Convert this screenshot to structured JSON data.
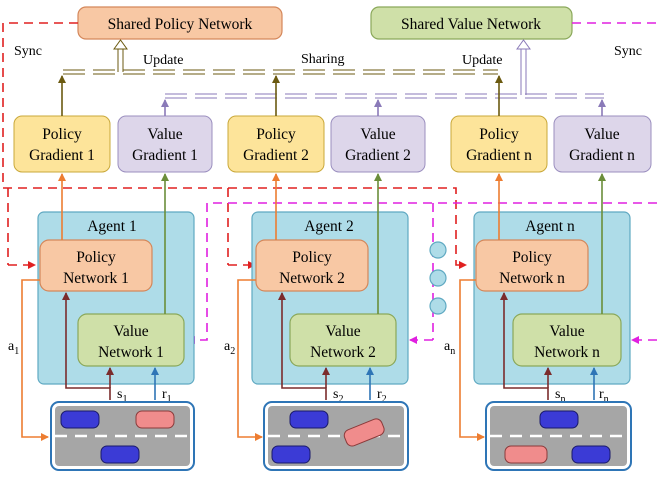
{
  "top": {
    "shared_policy": "Shared Policy Network",
    "shared_value": "Shared Value Network",
    "sync_left": "Sync",
    "sync_right": "Sync",
    "update_left": "Update",
    "update_right": "Update",
    "sharing": "Sharing"
  },
  "agents": [
    {
      "policy_grad": [
        "Policy",
        "Gradient 1"
      ],
      "value_grad": [
        "Value",
        "Gradient 1"
      ],
      "agent": "Agent 1",
      "policy_net": [
        "Policy",
        "Network 1"
      ],
      "value_net": [
        "Value",
        "Network 1"
      ],
      "a": "a",
      "a_sub": "1",
      "s": "s",
      "s_sub": "1",
      "r": "r",
      "r_sub": "1"
    },
    {
      "policy_grad": [
        "Policy",
        "Gradient 2"
      ],
      "value_grad": [
        "Value",
        "Gradient 2"
      ],
      "agent": "Agent 2",
      "policy_net": [
        "Policy",
        "Network 2"
      ],
      "value_net": [
        "Value",
        "Network 2"
      ],
      "a": "a",
      "a_sub": "2",
      "s": "s",
      "s_sub": "2",
      "r": "r",
      "r_sub": "2"
    },
    {
      "policy_grad": [
        "Policy",
        "Gradient n"
      ],
      "value_grad": [
        "Value",
        "Gradient n"
      ],
      "agent": "Agent n",
      "policy_net": [
        "Policy",
        "Network n"
      ],
      "value_net": [
        "Value",
        "Network n"
      ],
      "a": "a",
      "a_sub": "n",
      "s": "s",
      "s_sub": "n",
      "r": "r",
      "r_sub": "n"
    }
  ],
  "colors": {
    "policy_fill": "#f8c8a4",
    "policy_stroke": "#d4875a",
    "value_fill": "#cfe0a8",
    "value_stroke": "#8aa85a",
    "grad_policy_fill": "#fde49a",
    "grad_value_fill": "#ddd6ea",
    "agent_fill": "#aedce8",
    "agent_stroke": "#5fa9c2",
    "env_stroke": "#2e75b6",
    "road": "#a6a6a6",
    "sync_red": "#e02020",
    "sync_magenta": "#e020e0",
    "action_orange": "#ed7d31",
    "state_brown": "#7b2c2c",
    "reward_blue": "#2e75b6",
    "policy_up": "#6b5a10",
    "value_up": "#8a7ab8",
    "car_blue": "#3b3bd6",
    "car_pink": "#f08c8c"
  }
}
